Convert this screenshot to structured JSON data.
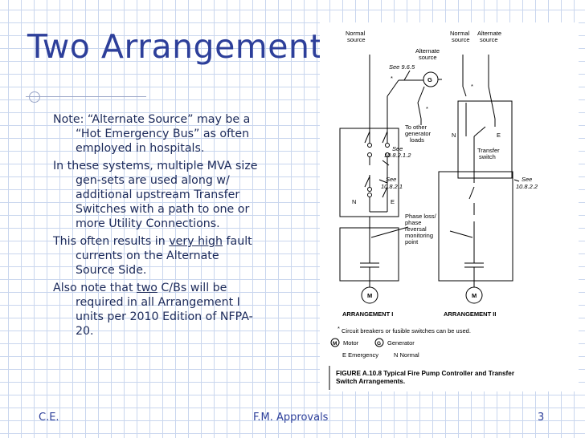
{
  "slide": {
    "title": "Two Arrangements",
    "bullets": {
      "b1": "Note:  “Alternate Source” may be a “Hot Emergency Bus” as often employed in hospitals.",
      "b2": "In these systems, multiple MVA size gen-sets are used along w/ additional upstream Transfer Switches with a path to one or more Utility Connections.",
      "b3_pre": "This often results in ",
      "b3_u": "very high",
      "b3_post": " fault currents on the Alternate Source Side.",
      "b4_pre": "Also note that ",
      "b4_u": "two",
      "b4_post": " C/Bs will be required in all Arrangement I units per 2010 Edition of NFPA-20."
    },
    "footer": {
      "left": "C.E.",
      "center": "F.M. Approvals",
      "page": "3"
    }
  },
  "figure": {
    "normal_source_1": [
      "Normal",
      "source"
    ],
    "normal_source_2": [
      "Normal",
      "source"
    ],
    "alternate_source_top": [
      "Alternate",
      "source"
    ],
    "alternate_source_mid": [
      "Alternate",
      "source"
    ],
    "see_965": "See 9.6.5",
    "generator_g": "G",
    "other_loads": [
      "To other",
      "generator",
      "loads"
    ],
    "see_10812": [
      "See",
      "10.8.2.1.2"
    ],
    "see_10821": [
      "See",
      "10.8.2.1"
    ],
    "see_10822": [
      "See",
      "10.8.2.2"
    ],
    "n1": "N",
    "e1": "E",
    "n2": "N",
    "e2": "E",
    "transfer_switch": [
      "Transfer",
      "switch"
    ],
    "phase_loss": [
      "Phase loss/",
      "phase",
      "reversal",
      "monitoring",
      "point"
    ],
    "motor_m": "M",
    "arrangement_1": "ARRANGEMENT I",
    "arrangement_2": "ARRANGEMENT II",
    "asterisk": "*",
    "footnote": "Circuit breakers or fusible switches can be used.",
    "legend_motor": "Motor",
    "legend_generator": "Generator",
    "legend_e": "E  Emergency",
    "legend_n": "N  Normal",
    "legend_m_symbol": "M",
    "legend_g_symbol": "G",
    "caption_1": "FIGURE A.10.8  Typical Fire Pump Controller and Transfer",
    "caption_2": "Switch Arrangements."
  }
}
